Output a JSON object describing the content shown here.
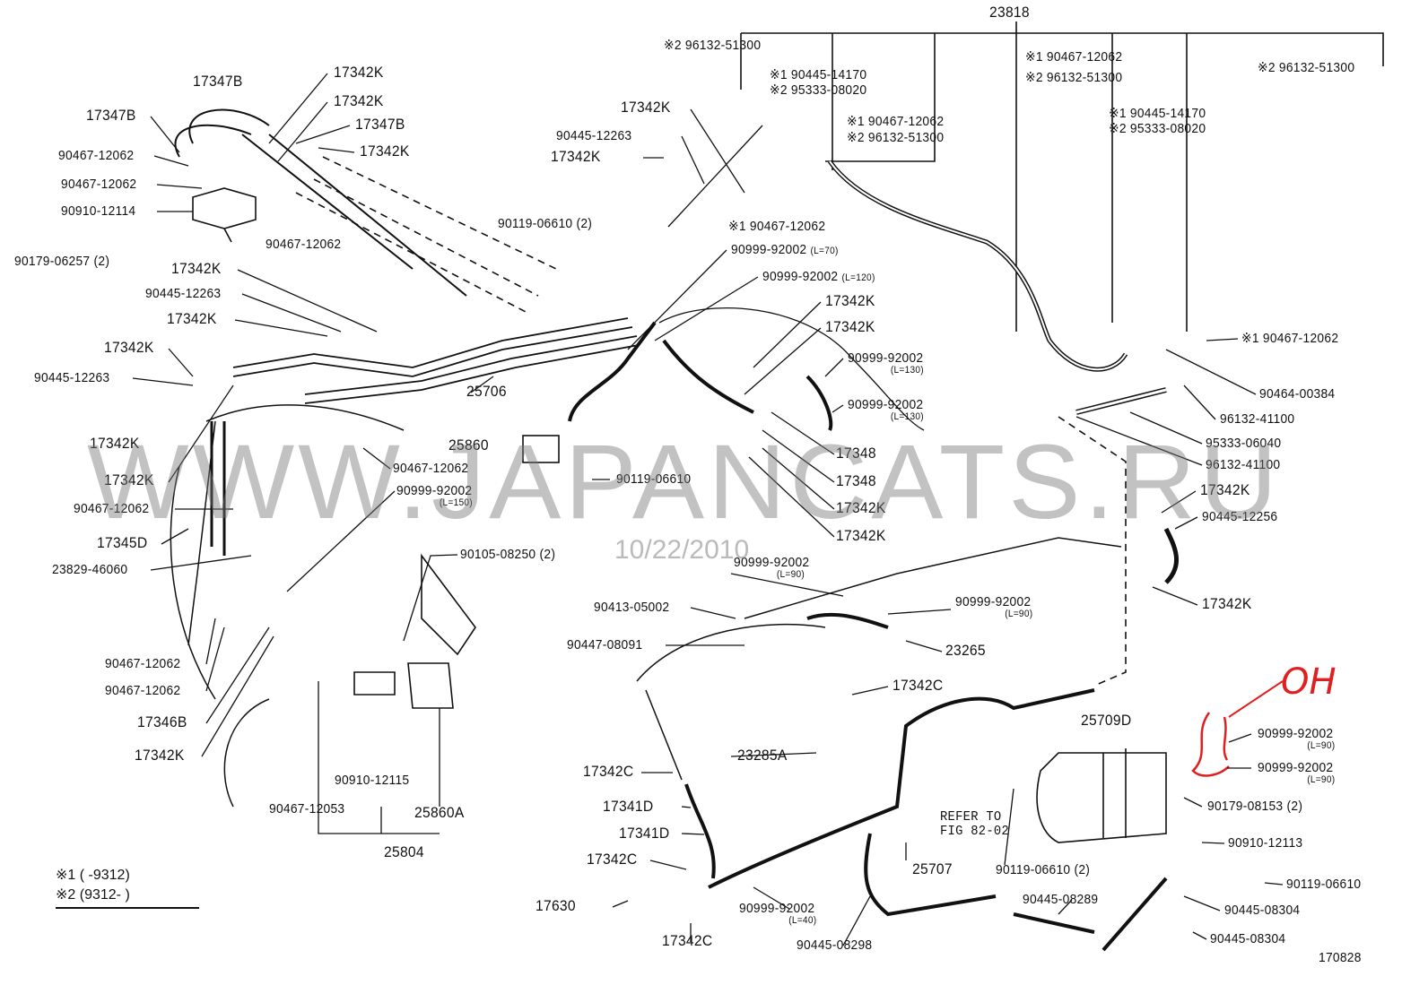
{
  "diagram": {
    "header_part": "23818",
    "labels": [
      "23818",
      "※2 96132-51300",
      "※1 90445-14170",
      "※2 95333-08020",
      "※1  90467-12062",
      "※2  96132-51300",
      "※1 90467-12062",
      "※2 96132-51300",
      "※2 96132-51300",
      "※1 90445-14170",
      "※2 95333-08020",
      "17347B",
      "17342K",
      "17342K",
      "17347B",
      "17342K",
      "17347B",
      "90467-12062",
      "90467-12062",
      "90910-12114",
      "90467-12062",
      "90179-06257 (2)",
      "17342K",
      "90445-12263",
      "17342K",
      "17342K",
      "90445-12263",
      "17342K",
      "17342K",
      "90467-12062",
      "17345D",
      "23829-46060",
      "90467-12062",
      "90467-12062",
      "17346B",
      "17342K",
      "17342K",
      "90445-12263",
      "17342K",
      "90119-06610 (2)",
      "※1 90467-12062",
      "90999-92002",
      "90999-92002",
      "17342K",
      "17342K",
      "90999-92002",
      "90999-92002",
      "17348",
      "17348",
      "17342K",
      "17342K",
      "25706",
      "25860",
      "90467-12062",
      "90119-06610",
      "90999-92002",
      "90105-08250 (2)",
      "90999-92002",
      "90413-05002",
      "90447-08091",
      "90999-92002",
      "23265",
      "17342C",
      "23285A",
      "17342C",
      "17341D",
      "17341D",
      "17342C",
      "17630",
      "17342C",
      "90999-92002",
      "90445-08298",
      "REFER TO",
      "FIG 82-02",
      "25707",
      "90119-06610 (2)",
      "90445-08289",
      "25709D",
      "90999-92002",
      "90999-92002",
      "90179-08153 (2)",
      "90910-12113",
      "90119-06610",
      "90445-08304",
      "90445-08304",
      "170828",
      "90910-12115",
      "90467-12053",
      "25860A",
      "25804",
      "※1 90467-12062",
      "90464-00384",
      "96132-41100",
      "95333-06040",
      "96132-41100",
      "17342K",
      "90445-12256",
      "17342K"
    ],
    "lengths": {
      "l70": "(L=70)",
      "l120": "(L=120)",
      "l130a": "(L=130)",
      "l130b": "(L=130)",
      "l150": "(L=150)",
      "l90a": "(L=90)",
      "l90b": "(L=90)",
      "l40": "(L=40)",
      "l90c": "(L=90)",
      "l90d": "(L=90)"
    },
    "legend": {
      "line1": "※1 (     -9312)",
      "line2": "※2 (9312-      )"
    },
    "watermark": "WWW.JAPANCATS.RU",
    "date_stamp": "10/22/2010",
    "handwritten_note": "OH",
    "note_color": "#e02020"
  }
}
